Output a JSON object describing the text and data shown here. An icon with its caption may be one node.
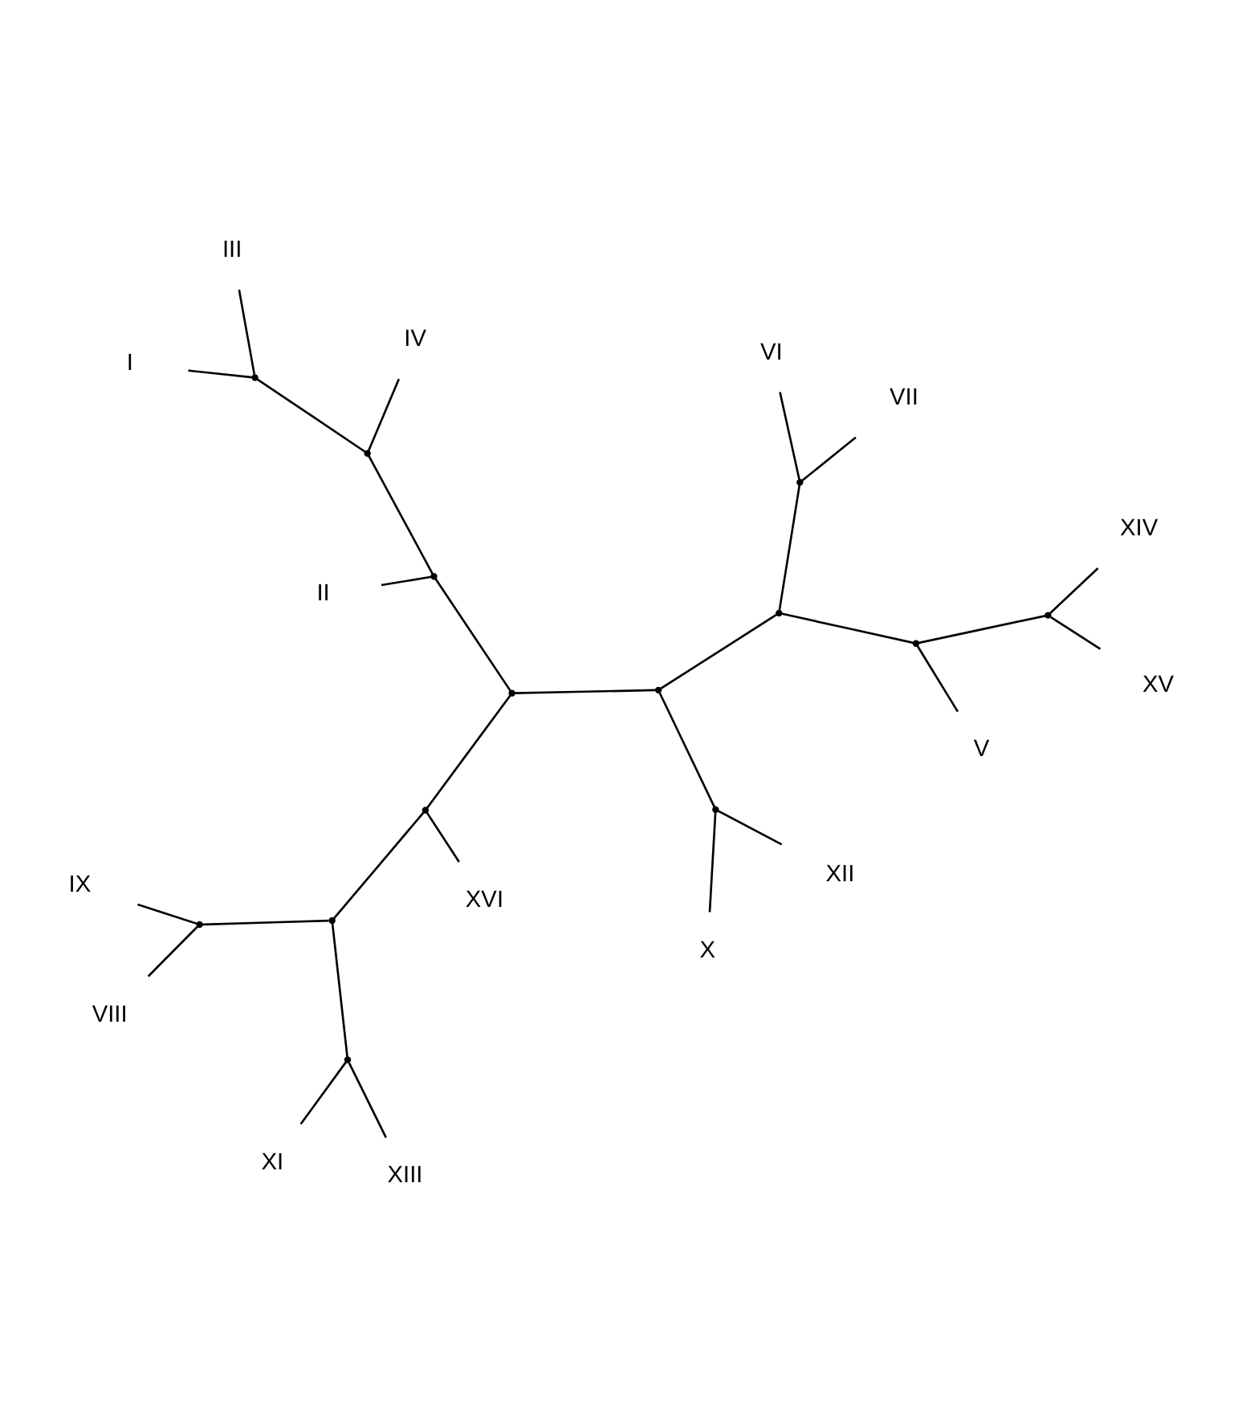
{
  "diagram": {
    "nodes": [
      {
        "text": [
          "XI"
        ]
      },
      {
        "text": [
          "XIII"
        ]
      },
      {
        "text": [
          "II"
        ]
      },
      {
        "text": [
          "IV"
        ]
      },
      {
        "text": [
          "IX"
        ]
      },
      {
        "text": [
          "III"
        ]
      },
      {
        "text": [
          "VIII"
        ]
      },
      {
        "text": [
          "I"
        ]
      },
      {
        "text": [
          "XVI"
        ]
      },
      {
        "text": [
          "XII"
        ]
      },
      {
        "text": [
          "V"
        ]
      },
      {
        "text": [
          "X"
        ]
      },
      {
        "text": [
          "VII"
        ]
      },
      {
        "text": [
          "XIV"
        ]
      },
      {
        "text": [
          "VI"
        ]
      },
      {
        "text": [
          "XV"
        ]
      },
      {
        "text": [],
        "shape": "point"
      },
      {
        "text": [],
        "shape": "point"
      },
      {
        "text": [],
        "shape": "point"
      },
      {
        "text": [],
        "shape": "point"
      },
      {
        "text": [],
        "shape": "point"
      },
      {
        "text": [],
        "shape": "point"
      },
      {
        "text": [],
        "shape": "point"
      },
      {
        "text": [],
        "shape": "point"
      },
      {
        "text": [],
        "shape": "point"
      },
      {
        "text": [],
        "shape": "point"
      },
      {
        "text": [],
        "shape": "point"
      },
      {
        "text": [],
        "shape": "point"
      },
      {
        "text": [],
        "shape": "point"
      },
      {
        "text": [],
        "shape": "point"
      }
    ],
    "edges": [
      {
        "from": 16,
        "to": 0,
        "arrow": "none"
      },
      {
        "from": 16,
        "to": 1,
        "arrow": "none"
      },
      {
        "from": 18,
        "to": 16,
        "arrow": "none"
      },
      {
        "from": 18,
        "to": 17,
        "arrow": "none"
      },
      {
        "from": 17,
        "to": 4,
        "arrow": "none"
      },
      {
        "from": 17,
        "to": 6,
        "arrow": "none"
      },
      {
        "from": 22,
        "to": 18,
        "arrow": "none"
      },
      {
        "from": 22,
        "to": 8,
        "arrow": "none"
      },
      {
        "from": 23,
        "to": 22,
        "arrow": "none"
      },
      {
        "from": 23,
        "to": 19,
        "arrow": "none"
      },
      {
        "from": 19,
        "to": 2,
        "arrow": "none"
      },
      {
        "from": 19,
        "to": 20,
        "arrow": "none"
      },
      {
        "from": 20,
        "to": 3,
        "arrow": "none"
      },
      {
        "from": 20,
        "to": 21,
        "arrow": "none"
      },
      {
        "from": 21,
        "to": 5,
        "arrow": "none"
      },
      {
        "from": 21,
        "to": 7,
        "arrow": "none"
      },
      {
        "from": 23,
        "to": 24,
        "arrow": "none"
      },
      {
        "from": 24,
        "to": 25,
        "arrow": "none"
      },
      {
        "from": 25,
        "to": 9,
        "arrow": "none"
      },
      {
        "from": 25,
        "to": 11,
        "arrow": "none"
      },
      {
        "from": 24,
        "to": 26,
        "arrow": "none"
      },
      {
        "from": 26,
        "to": 28,
        "arrow": "none"
      },
      {
        "from": 28,
        "to": 12,
        "arrow": "none"
      },
      {
        "from": 28,
        "to": 14,
        "arrow": "none"
      },
      {
        "from": 26,
        "to": 27,
        "arrow": "none"
      },
      {
        "from": 27,
        "to": 10,
        "arrow": "none"
      },
      {
        "from": 27,
        "to": 29,
        "arrow": "none"
      },
      {
        "from": 29,
        "to": 13,
        "arrow": "none"
      },
      {
        "from": 29,
        "to": 15,
        "arrow": "none"
      }
    ]
  }
}
